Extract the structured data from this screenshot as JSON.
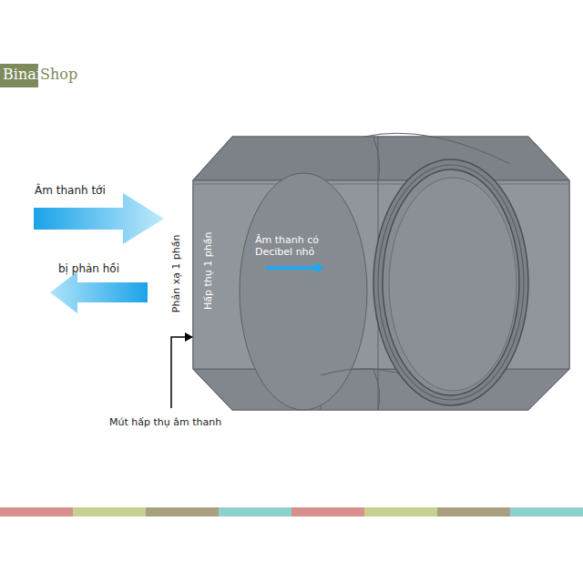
{
  "diagram": {
    "labels": [
      "Binai",
      "Shop",
      "Âm thanh tới",
      "bị phản hồi",
      "Phản xạ 1 phần",
      "Hấp thụ 1 phần",
      "Âm thanh có Decibel nhỏ",
      "Mút hấp thụ âm thanh"
    ]
  }
}
